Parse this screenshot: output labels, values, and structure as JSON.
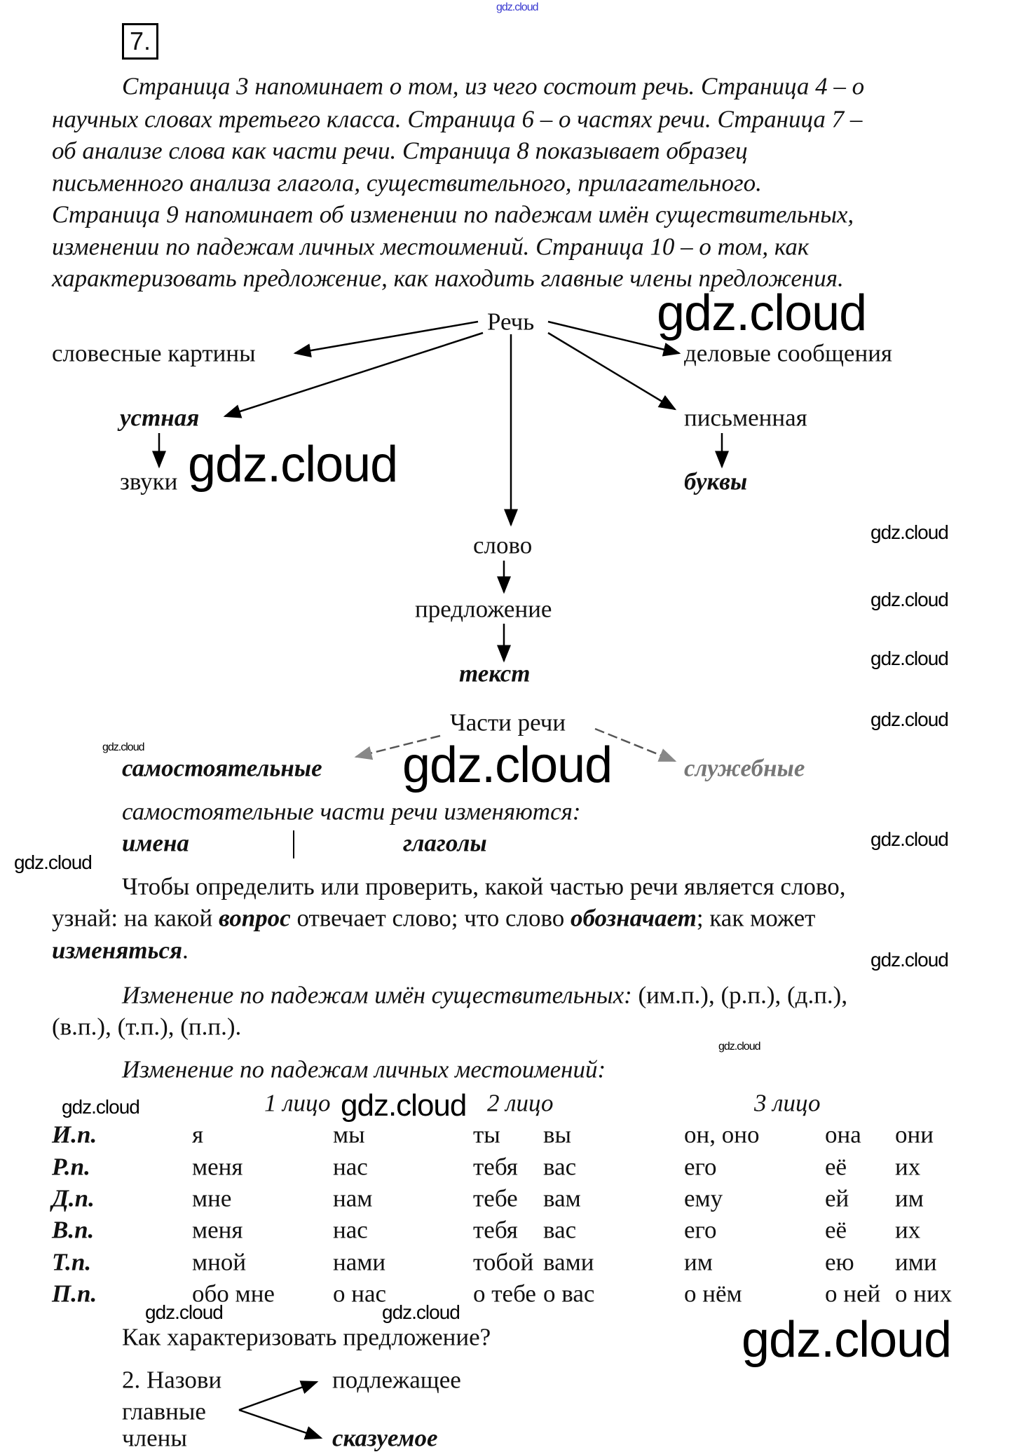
{
  "top_watermark": "gdz.cloud",
  "watermark": "gdz.cloud",
  "task_number": "7.",
  "paragraph_lines": [
    "Страница 3 напоминает о том, из чего состоит речь. Страница 4 – о",
    "научных словах третьего класса. Страница 6 – о частях речи. Страница 7 –",
    "об анализе слова как части речи. Страница 8 показывает образец",
    "письменного анализа глагола, существительного, прилагательного.",
    "Страница 9 напоминает об изменении по падежам имён существительных,",
    "изменении по падежам личных местоимений. Страница 10 – о том, как",
    "характеризовать предложение, как находить главные члены предложения."
  ],
  "speech_diagram": {
    "root": "Речь",
    "verbal_pictures": "словесные картины",
    "business_messages": "деловые сообщения",
    "oral": "устная",
    "written": "письменная",
    "sounds": "звуки",
    "letters": "буквы",
    "word": "слово",
    "sentence": "предложение",
    "text": "текст"
  },
  "parts_of_speech": {
    "root": "Части речи",
    "independent": "самостоятельные",
    "auxiliary": "служебные",
    "change_note": "самостоятельные части речи изменяются:",
    "names": "имена",
    "verbs": "глаголы"
  },
  "check_paragraph": {
    "l1": "Чтобы определить или проверить, какой частью речи является слово,",
    "l2a": "узнай: на какой ",
    "l2b": "вопрос",
    "l2c": " отвечает слово; что слово ",
    "l2d": "обозначает",
    "l2e": "; как может",
    "l3a": "изменяться",
    "l3b": "."
  },
  "noun_cases": {
    "lead": "Изменение по падежам имён существительных:",
    "l1_rest": " (им.п.), (р.п.), (д.п.),",
    "l2": "(в.п.), (т.п.), (п.п.)."
  },
  "pronoun_table": {
    "title": "Изменение по падежам личных местоимений:",
    "persons": [
      "1 лицо",
      "2 лицо",
      "3 лицо"
    ],
    "rows": [
      [
        "И.п.",
        "я",
        "мы",
        "ты",
        "вы",
        "он, оно",
        "она",
        "они"
      ],
      [
        "Р.п.",
        "меня",
        "нас",
        "тебя",
        "вас",
        "его",
        "её",
        "их"
      ],
      [
        "Д.п.",
        "мне",
        "нам",
        "тебе",
        "вам",
        "ему",
        "ей",
        "им"
      ],
      [
        "В.п.",
        "меня",
        "нас",
        "тебя",
        "вас",
        "его",
        "её",
        "их"
      ],
      [
        "Т.п.",
        "мной",
        "нами",
        "тобой",
        "вами",
        "им",
        "ею",
        "ими"
      ],
      [
        "П.п.",
        "обо мне",
        "о нас",
        "о тебе",
        "о вас",
        "о нём",
        "о ней",
        "о них"
      ]
    ]
  },
  "sentence_section": {
    "question": "Как характеризовать предложение?",
    "step_l1": "2. Назови",
    "step_l2": "главные",
    "step_l3": "члены",
    "subject": "подлежащее",
    "predicate": "сказуемое"
  }
}
